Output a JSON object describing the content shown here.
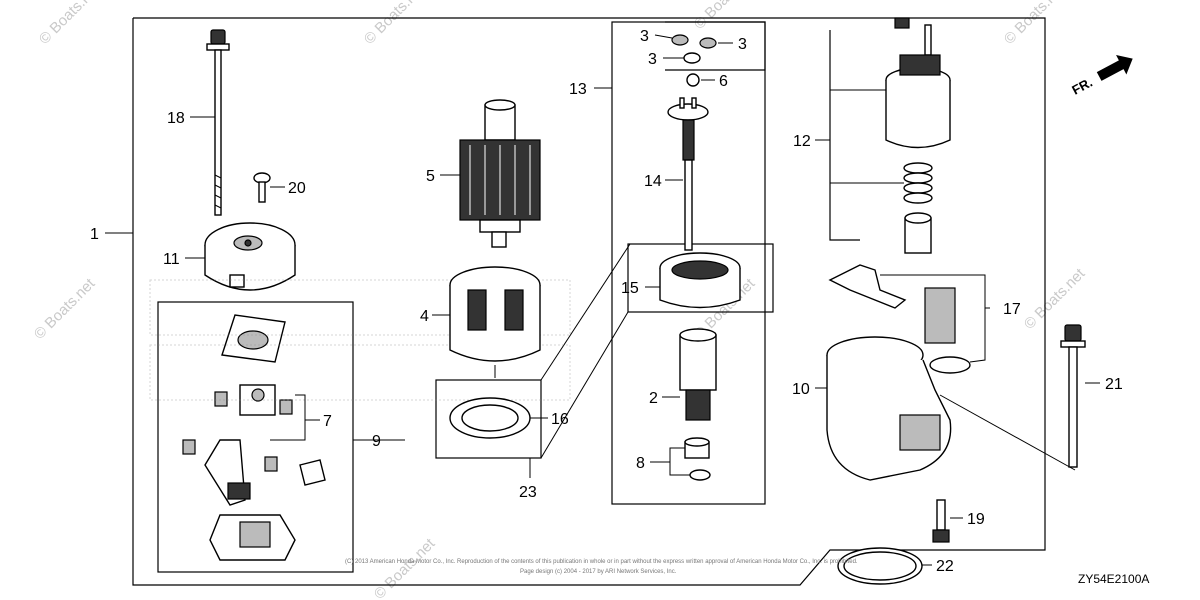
{
  "diagram": {
    "code": "ZY54E2100A",
    "direction_label": "FR.",
    "watermark": "© Boats.net",
    "copyright_line_1": "(C) 2013 American Honda Motor Co., Inc. Reproduction of the contents of this publication in whole or in part without the express written approval of American Honda Motor Co., Inc. is prohibited.",
    "copyright_line_2": "Page design (c) 2004 - 2017 by ARI Network Services, Inc.",
    "callouts": {
      "c1": "1",
      "c2": "2",
      "c3a": "3",
      "c3b": "3",
      "c3c": "3",
      "c4": "4",
      "c5": "5",
      "c6": "6",
      "c7": "7",
      "c8": "8",
      "c9": "9",
      "c10": "10",
      "c11": "11",
      "c12": "12",
      "c13": "13",
      "c14": "14",
      "c15": "15",
      "c16": "16",
      "c17": "17",
      "c18": "18",
      "c19": "19",
      "c20": "20",
      "c21": "21",
      "c22": "22",
      "c23": "23"
    }
  }
}
